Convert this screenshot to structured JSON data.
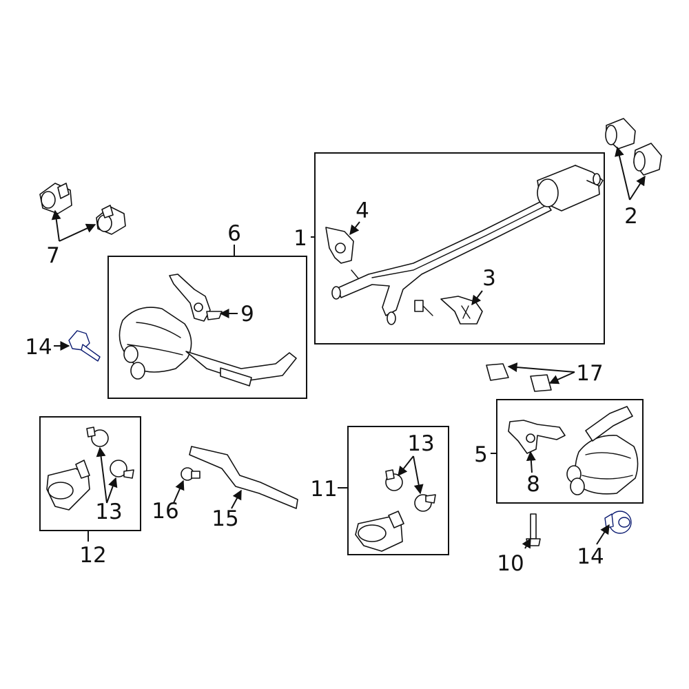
{
  "colors": {
    "line": "#111111",
    "background": "#ffffff",
    "highlight": "#2b3fc4",
    "highlight_dark": "#15258a"
  },
  "callouts": {
    "c1": "1",
    "c2": "2",
    "c3": "3",
    "c4": "4",
    "c5": "5",
    "c6": "6",
    "c7": "7",
    "c8": "8",
    "c9": "9",
    "c10": "10",
    "c11": "11",
    "c12": "12",
    "c13_left": "13",
    "c13_mid": "13",
    "c14_left": "14",
    "c14_right": "14",
    "c15": "15",
    "c16": "16",
    "c17": "17"
  }
}
